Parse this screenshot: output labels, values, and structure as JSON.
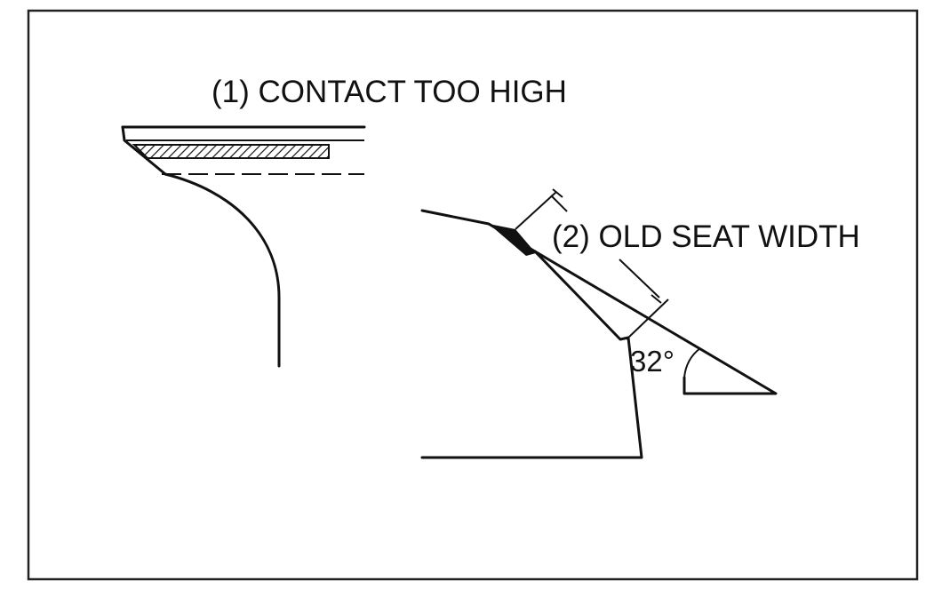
{
  "labels": {
    "contact_too_high": "(1) CONTACT TOO HIGH",
    "old_seat_width": "(2) OLD SEAT WIDTH",
    "angle": "32°"
  }
}
